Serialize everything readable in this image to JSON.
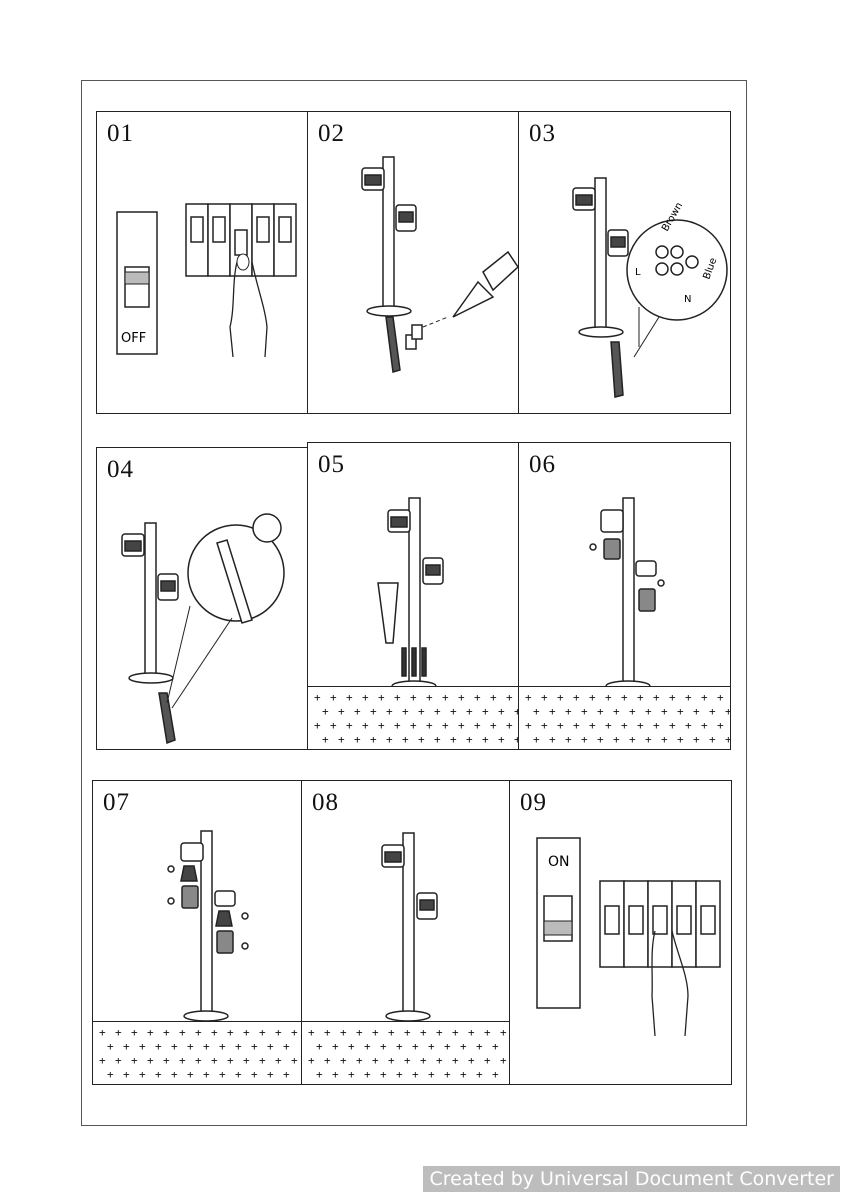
{
  "panels": [
    {
      "number": "01",
      "switch_label": "OFF"
    },
    {
      "number": "02"
    },
    {
      "number": "03",
      "wire_labels": [
        "Brown",
        "Blue",
        "L",
        "N"
      ]
    },
    {
      "number": "04"
    },
    {
      "number": "05"
    },
    {
      "number": "06"
    },
    {
      "number": "07"
    },
    {
      "number": "08"
    },
    {
      "number": "09",
      "switch_label": "ON"
    }
  ],
  "watermark": "Created by Universal Document Converter"
}
